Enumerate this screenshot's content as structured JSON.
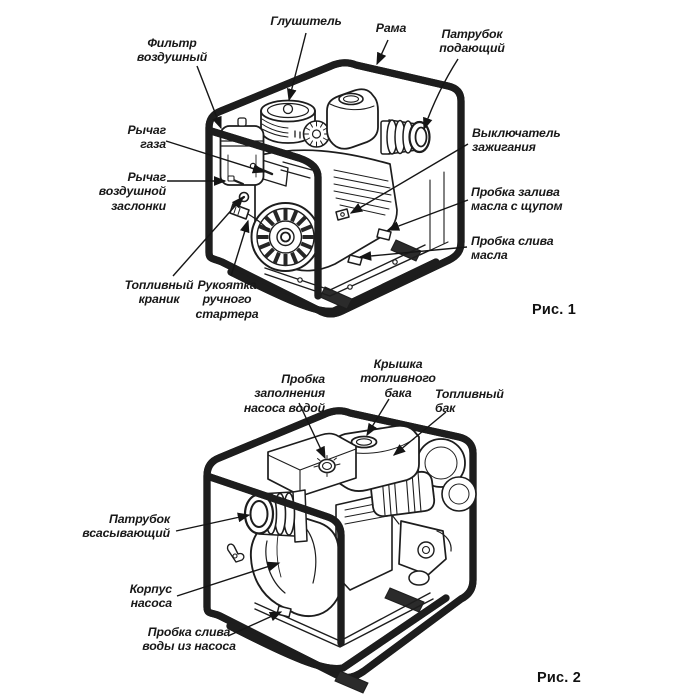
{
  "figure1": {
    "caption": "Рис. 1",
    "labels": {
      "air_filter": "Фильтр\nвоздушный",
      "muffler": "Глушитель",
      "frame": "Рама",
      "outlet_pipe": "Патрубок\nподающий",
      "throttle_lever": "Рычаг\nгаза",
      "choke_lever": "Рычаг\nвоздушной\nзаслонки",
      "ignition_switch": "Выключатель\nзажигания",
      "oil_fill_plug": "Пробка залива\nмасла с щупом",
      "oil_drain_plug": "Пробка слива\nмасла",
      "fuel_tap": "Топливный\nкраник",
      "starter_handle": "Рукоятка\nручного\nстартера"
    }
  },
  "figure2": {
    "caption": "Рис. 2",
    "labels": {
      "water_fill_plug": "Пробка заполнения\nнасоса водой",
      "fuel_tank_cap": "Крышка\nтопливного\nбака",
      "fuel_tank": "Топливный\nбак",
      "suction_pipe": "Патрубок\nвсасывающий",
      "pump_housing": "Корпус\nнасоса",
      "water_drain_plug": "Пробка слива\nводы из насоса"
    }
  },
  "colors": {
    "ink": "#1d1d1d",
    "paper": "#ffffff"
  }
}
